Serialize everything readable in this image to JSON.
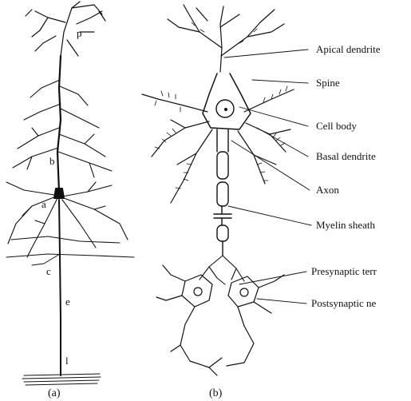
{
  "panel_a": {
    "caption": "(a)",
    "letters": {
      "p": "p",
      "b": "b",
      "a": "a",
      "c": "c",
      "e": "e",
      "l": "l"
    }
  },
  "panel_b": {
    "caption": "(b)",
    "labels": {
      "apical": "Apical dendrite",
      "spine": "Spine",
      "cell_body": "Cell body",
      "basal": "Basal dendrite",
      "axon": "Axon",
      "myelin": "Myelin sheath",
      "presyn": "Presynaptic terr",
      "postsyn": "Postsynaptic ne"
    }
  }
}
